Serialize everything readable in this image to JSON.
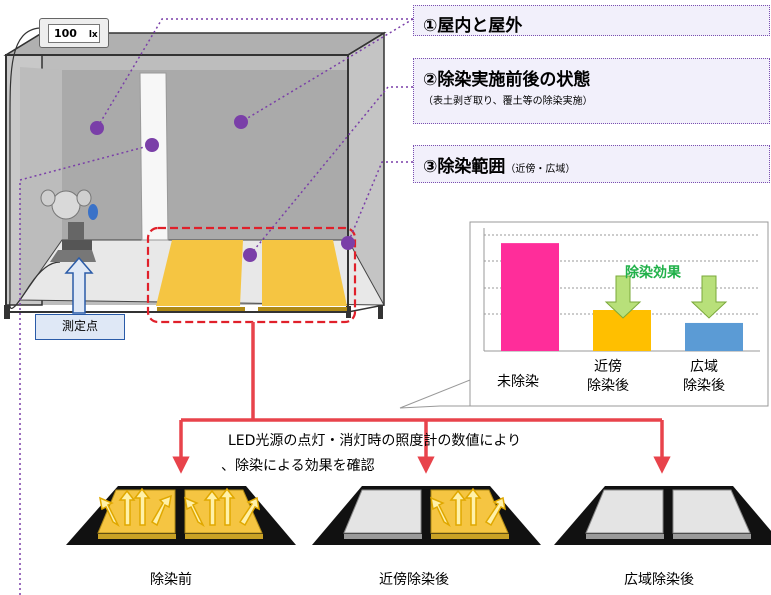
{
  "callouts": {
    "c1": "①屋内と屋外",
    "c2": "②除染実施前後の状態",
    "c2_sub": "（表土剥ぎ取り、覆土等の除染実施）",
    "c3": "③除染範囲",
    "c3_sub": "（近傍・広域）"
  },
  "sensor": {
    "value": "100",
    "unit": "lx"
  },
  "measure_point_label": "測定点",
  "inset_chart": {
    "effect_label": "除染効果",
    "categories": [
      "未除染",
      "近傍\n除染後",
      "広域\n除染後"
    ]
  },
  "description_line1": "LED光源の点灯・消灯時の照度計の数値により",
  "description_line2": "、除染による効果を確認",
  "bottom_labels": [
    "除染前",
    "近傍除染後",
    "広域除染後"
  ],
  "colors": {
    "purple": "#7a3fa8",
    "red": "#e8434b",
    "yellow": "#f7c21c",
    "pink": "#ff2d9a",
    "blue": "#5b9bd5",
    "arrow_green": "#a8d86a"
  },
  "chart_data": {
    "type": "bar",
    "categories": [
      "未除染",
      "近傍除染後",
      "広域除染後"
    ],
    "values": [
      100,
      38,
      26
    ],
    "colors": [
      "#ff2d9a",
      "#ffbf00",
      "#5b9bd5"
    ],
    "ylim": [
      0,
      110
    ],
    "annotation": "除染効果"
  }
}
